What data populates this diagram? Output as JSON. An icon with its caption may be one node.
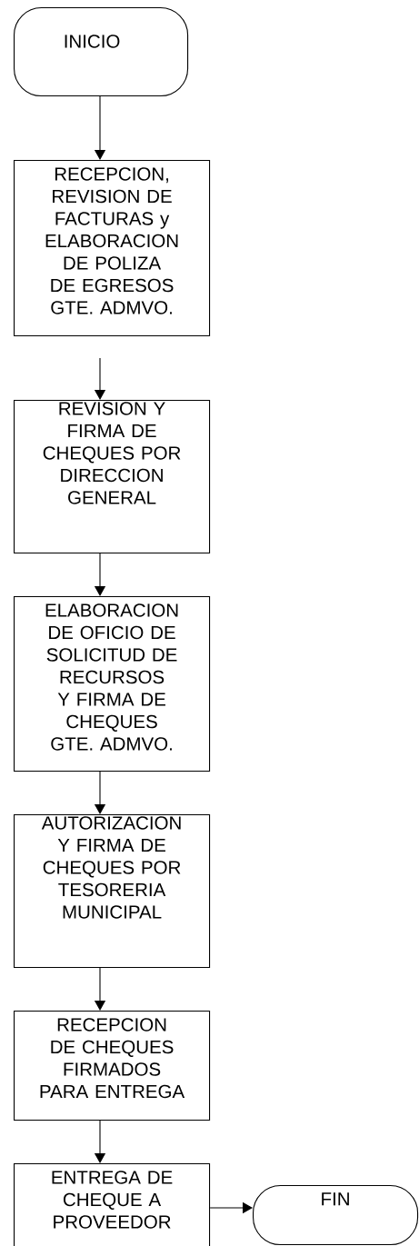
{
  "diagram": {
    "nodes": [
      {
        "text": [
          "INICIO"
        ]
      },
      {
        "text": [
          "RECEPCION, REVISION DE FACTURAS y ELABORACION DE POLIZA DE EGRESOS",
          "GTE. ADMVO."
        ]
      },
      {
        "text": [
          "REVISION Y FIRMA DE CHEQUES POR DIRECCION GENERAL"
        ]
      },
      {
        "text": [
          "ELABORACION DE OFICIO DE SOLICITUD DE RECURSOS Y FIRMA DE CHEQUES",
          "GTE. ADMVO."
        ]
      },
      {
        "text": [
          "AUTORIZACION Y FIRMA DE CHEQUES POR TESORERIA MUNICIPAL"
        ]
      },
      {
        "text": [
          "RECEPCION DE CHEQUES FIRMADOS PARA ENTREGA"
        ]
      },
      {
        "text": [
          "ENTREGA DE CHEQUE A PROVEEDOR"
        ]
      },
      {
        "text": [
          "FIN"
        ]
      }
    ],
    "edges": [
      {
        "from": 0,
        "to": 1,
        "arrow": "to"
      },
      {
        "from": 1,
        "to": 2,
        "arrow": "to"
      },
      {
        "from": 2,
        "to": 3,
        "arrow": "to"
      },
      {
        "from": 3,
        "to": 4,
        "arrow": "to"
      },
      {
        "from": 4,
        "to": 5,
        "arrow": "to"
      },
      {
        "from": 5,
        "to": 6,
        "arrow": "to"
      },
      {
        "from": 6,
        "to": 7,
        "arrow": "to"
      }
    ]
  }
}
